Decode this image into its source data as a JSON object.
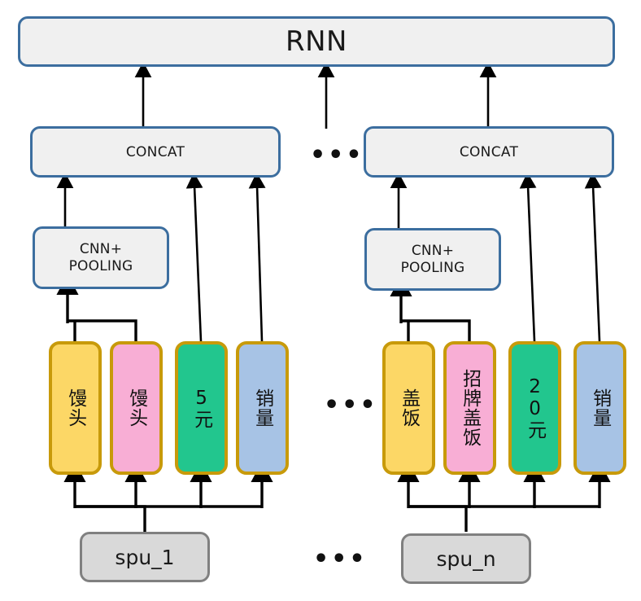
{
  "diagram": {
    "title_node": {
      "label": "RNN"
    },
    "ellipsis": {
      "glyph": "•••"
    },
    "colors": {
      "box_border_blue": "#3C6E9F",
      "box_fill_grey": "#F0F0F0",
      "spu_fill": "#D9D9D9",
      "spu_border": "#808080",
      "block_border": "#C89A0A",
      "block_yellow": "#FCD766",
      "block_pink": "#F8AED5",
      "block_green": "#22C68E",
      "block_blue": "#A7C3E5",
      "wire": "#000000"
    },
    "groups": [
      {
        "id": "group-1",
        "concat_label": "CONCAT",
        "cnn_label": "CNN+\nPOOLING",
        "cnn_label_line1": "CNN+",
        "cnn_label_line2": "POOLING",
        "spu_label": "spu_1",
        "blocks": [
          {
            "id": "block-1-1",
            "text": "馒头",
            "color": "yellow"
          },
          {
            "id": "block-1-2",
            "text": "馒头",
            "color": "pink"
          },
          {
            "id": "block-1-3",
            "text": "5元",
            "color": "green"
          },
          {
            "id": "block-1-4",
            "text": "销量",
            "color": "blue"
          }
        ]
      },
      {
        "id": "group-n",
        "concat_label": "CONCAT",
        "cnn_label": "CNN+\nPOOLING",
        "cnn_label_line1": "CNN+",
        "cnn_label_line2": "POOLING",
        "spu_label": "spu_n",
        "blocks": [
          {
            "id": "block-n-1",
            "text": "盖饭",
            "color": "yellow"
          },
          {
            "id": "block-n-2",
            "text": "招牌盖饭",
            "color": "pink"
          },
          {
            "id": "block-n-3",
            "text": "20元",
            "color": "green"
          },
          {
            "id": "block-n-4",
            "text": "销量",
            "color": "blue"
          }
        ]
      }
    ]
  }
}
